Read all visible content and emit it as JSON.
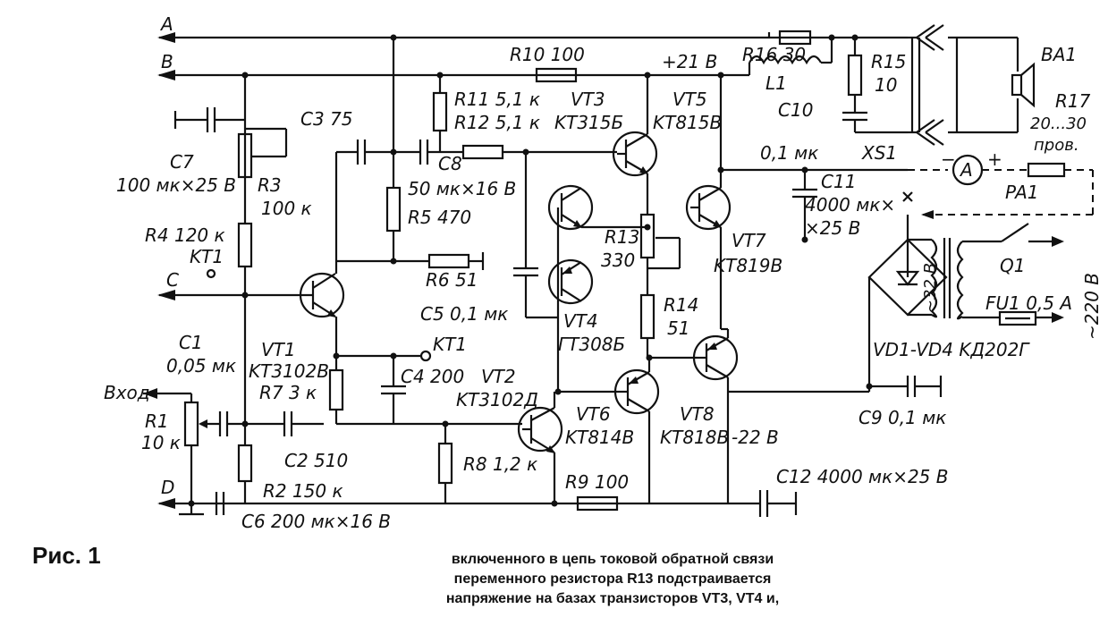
{
  "figure": {
    "caption": "Рис. 1",
    "text_lines": [
      "включенного в цепь токовой обратной связи",
      "переменного резистора R13 подстраивается",
      "напряжение на базах транзисторов VT3, VT4 и,"
    ]
  },
  "labels": {
    "rails": {
      "A": "A",
      "B": "B",
      "C": "C",
      "D": "D",
      "plus21": "+21 В",
      "minus22": "-22 В"
    },
    "input": "Вход",
    "R1": "R1",
    "R1_val": "10 к",
    "C1": "C1",
    "C1_val": "0,05 мк",
    "R2": "R2 150 к",
    "C2": "C2 510",
    "R3": "R3",
    "R3_val": "100 к",
    "R4": "R4 120 к",
    "KT1_a": "KT1",
    "KT1_b": "KT1",
    "C3": "C3 75",
    "C4": "C4 200",
    "C5": "C5 0,1 мк",
    "C6": "C6 200 мк×16 В",
    "C7": "C7",
    "C7_val": "100 мк×25 В",
    "C8": "C8",
    "C8_val": "50 мк×16 В",
    "R5": "R5 470",
    "R6": "R6 51",
    "R7": "R7 3 к",
    "R8": "R8 1,2 к",
    "R9": "R9 100",
    "R10": "R10 100",
    "R11": "R11 5,1 к",
    "R12": "R12 5,1 к",
    "R13": "R13",
    "R13_val": "330",
    "R14": "R14",
    "R14_val": "51",
    "R15": "R15",
    "R15_val": "10",
    "R16": "R16 30",
    "R17": "R17",
    "R17_val": "20...30",
    "R17_unit": "пров.",
    "L1": "L1",
    "C10": "C10",
    "C10_val": "0,1 мк",
    "C11": "C11",
    "C11_val": "4000 мк×",
    "C11_val2": "×25 В",
    "C12": "C12 4000 мк×25 В",
    "C9": "C9 0,1 мк",
    "VT1": "VT1",
    "VT1_type": "KT3102В",
    "VT2": "VT2",
    "VT2_type": "KT3102Д",
    "VT3": "VT3",
    "VT3_type": "KT315Б",
    "VT4": "VT4",
    "VT4_type": "ГТ308Б",
    "VT5": "VT5",
    "VT5_type": "KT815В",
    "VT6": "VT6",
    "VT6_type": "KT814В",
    "VT7": "VT7",
    "VT7_type": "KT819В",
    "VT8": "VT8",
    "VT8_type": "KT818В",
    "BA1": "BA1",
    "XS1": "XS1",
    "PA1": "PA1",
    "ammeter": "A",
    "Q1": "Q1",
    "FU1": "FU1 0,5 A",
    "mains": "~220 В",
    "transformer": "~32 В",
    "diodes": "VD1-VD4 KД202Г"
  }
}
